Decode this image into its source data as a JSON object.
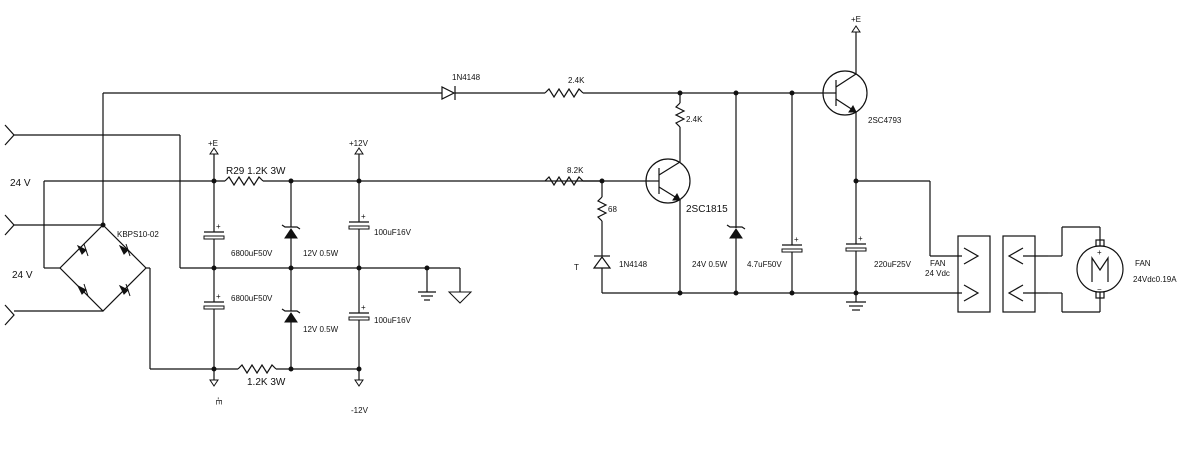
{
  "labels": {
    "input_voltage_top": "24 V",
    "input_voltage_bottom": "24 V",
    "bridge": "KBPS10-02",
    "r29": "R29 1.2K 3W",
    "r_bottom": "1.2K 3W",
    "plus_e": "+E",
    "minus_e": "-E",
    "plus_12v": "+12V",
    "minus_12v": "-12V",
    "cap_6800_top": "6800uF50V",
    "cap_6800_bottom": "6800uF50V",
    "zener_top": "12V 0.5W",
    "zener_bottom": "12V 0.5W",
    "cap_100_top": "100uF16V",
    "cap_100_bottom": "100uF16V",
    "diode_top": "1N4148",
    "r_top": "2.4K",
    "r_mid": "8.2K",
    "r_collector": "2.4K",
    "r_68": "68",
    "t_label": "T",
    "diode_t": "1N4148",
    "q1": "2SC1815",
    "zener_24": "24V 0.5W",
    "cap_47": "4.7uF50V",
    "q2": "2SC4793",
    "cap_220": "220uF25V",
    "plus_e_q2": "+E",
    "fan_conn": "FAN",
    "fan_conn_v": "24 Vdc",
    "fan": "FAN",
    "fan_spec": "24Vdc0.19A"
  }
}
